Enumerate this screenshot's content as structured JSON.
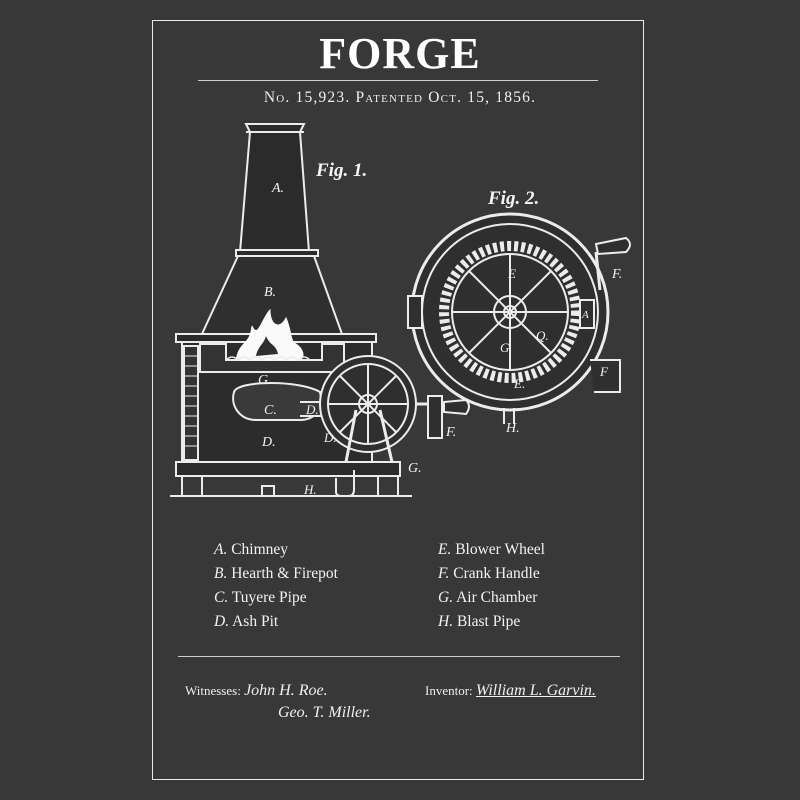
{
  "document": {
    "title": "Forge",
    "patent_line": "No. 15,923. Patented Oct. 15, 1856."
  },
  "figures": {
    "fig1": {
      "label": "Fig. 1.",
      "callouts": {
        "a": "A.",
        "b": "B.",
        "c": "C.",
        "d1": "D.",
        "d2": "D.",
        "d3": "D.",
        "f": "F.",
        "g1": "G.",
        "g2": "G.",
        "h": "H."
      }
    },
    "fig2": {
      "label": "Fig. 2.",
      "callouts": {
        "e1": "E",
        "e2": "E.",
        "f1": "F.",
        "f2": "F",
        "g": "G",
        "q": "Q.",
        "h": "H.",
        "a": "A"
      }
    }
  },
  "legend": {
    "left": [
      {
        "key": "A.",
        "text": "Chimney"
      },
      {
        "key": "B.",
        "text": "Hearth & Firepot"
      },
      {
        "key": "C.",
        "text": "Tuyere Pipe"
      },
      {
        "key": "D.",
        "text": "Ash Pit"
      }
    ],
    "right": [
      {
        "key": "E.",
        "text": "Blower Wheel"
      },
      {
        "key": "F.",
        "text": "Crank Handle"
      },
      {
        "key": "G.",
        "text": "Air Chamber"
      },
      {
        "key": "H.",
        "text": "Blast Pipe"
      }
    ]
  },
  "signatures": {
    "witnesses_label": "Witnesses:",
    "witness_1": "John H. Roe.",
    "witness_2": "Geo. T. Miller.",
    "inventor_label": "Inventor:",
    "inventor": "William L. Garvin."
  },
  "colors": {
    "background": "#383838",
    "ink": "#f2f2f2"
  }
}
